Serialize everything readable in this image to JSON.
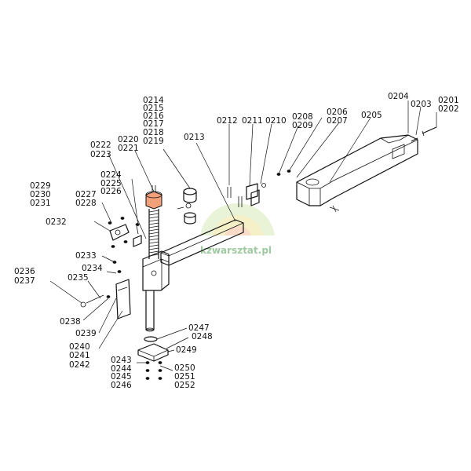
{
  "watermark": {
    "text": "kzwarsztat.pl"
  },
  "colors": {
    "highlight": "#f2a07a",
    "line": "#111111"
  },
  "labels": {
    "l0201": "0201",
    "l0202": "0202",
    "l0203": "0203",
    "l0204": "0204",
    "l0205": "0205",
    "l0206": "0206",
    "l0207": "0207",
    "l0208": "0208",
    "l0209": "0209",
    "l0210": "0210",
    "l0211": "0211",
    "l0212": "0212",
    "l0213": "0213",
    "l0214": "0214",
    "l0215": "0215",
    "l0216": "0216",
    "l0217": "0217",
    "l0218": "0218",
    "l0219": "0219",
    "l0220": "0220",
    "l0221": "0221",
    "l0222": "0222",
    "l0223": "0223",
    "l0224": "0224",
    "l0225": "0225",
    "l0226": "0226",
    "l0227": "0227",
    "l0228": "0228",
    "l0229": "0229",
    "l0230": "0230",
    "l0231": "0231",
    "l0232": "0232",
    "l0233": "0233",
    "l0234": "0234",
    "l0235": "0235",
    "l0236": "0236",
    "l0237": "0237",
    "l0238": "0238",
    "l0239": "0239",
    "l0240": "0240",
    "l0241": "0241",
    "l0242": "0242",
    "l0243": "0243",
    "l0244": "0244",
    "l0245": "0245",
    "l0246": "0246",
    "l0247": "0247",
    "l0248": "0248",
    "l0249": "0249",
    "l0250": "0250",
    "l0251": "0251",
    "l0252": "0252"
  }
}
